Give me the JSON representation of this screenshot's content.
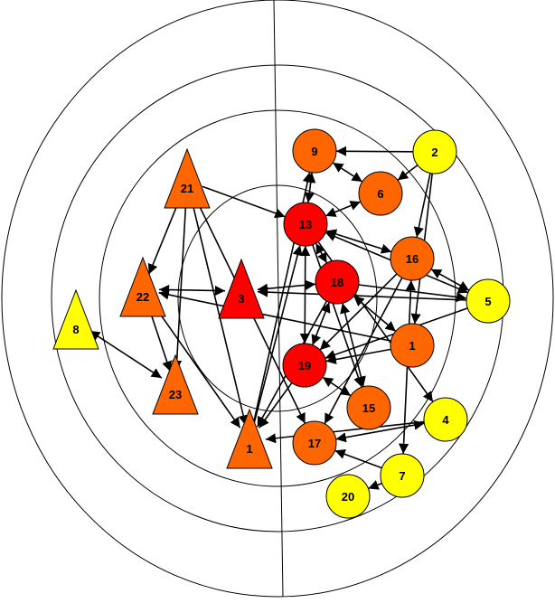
{
  "colors": {
    "ring": "#000000",
    "edge": "#000000",
    "red": "#ff0000",
    "orange": "#ff6600",
    "yellow": "#ffff00"
  },
  "nodes": [
    {
      "id": "n-2",
      "label": "2",
      "shape": "circle",
      "color": "yellow"
    },
    {
      "id": "n-9",
      "label": "9",
      "shape": "circle",
      "color": "orange"
    },
    {
      "id": "n-6",
      "label": "6",
      "shape": "circle",
      "color": "orange"
    },
    {
      "id": "n-13",
      "label": "13",
      "shape": "circle",
      "color": "red"
    },
    {
      "id": "n-16",
      "label": "16",
      "shape": "circle",
      "color": "orange"
    },
    {
      "id": "n-18",
      "label": "18",
      "shape": "circle",
      "color": "red"
    },
    {
      "id": "n-5",
      "label": "5",
      "shape": "circle",
      "color": "yellow"
    },
    {
      "id": "n-11",
      "label": "1",
      "shape": "circle",
      "color": "orange"
    },
    {
      "id": "n-19",
      "label": "19",
      "shape": "circle",
      "color": "red"
    },
    {
      "id": "n-15",
      "label": "15",
      "shape": "circle",
      "color": "orange"
    },
    {
      "id": "n-4",
      "label": "4",
      "shape": "circle",
      "color": "yellow"
    },
    {
      "id": "n-17",
      "label": "17",
      "shape": "circle",
      "color": "orange"
    },
    {
      "id": "n-7",
      "label": "7",
      "shape": "circle",
      "color": "yellow"
    },
    {
      "id": "n-20",
      "label": "20",
      "shape": "circle",
      "color": "yellow"
    },
    {
      "id": "n-21",
      "label": "21",
      "shape": "triangle",
      "color": "orange"
    },
    {
      "id": "n-22",
      "label": "22",
      "shape": "triangle",
      "color": "orange"
    },
    {
      "id": "n-3",
      "label": "3",
      "shape": "triangle",
      "color": "red"
    },
    {
      "id": "n-8",
      "label": "8",
      "shape": "triangle",
      "color": "yellow"
    },
    {
      "id": "n-23",
      "label": "23",
      "shape": "triangle",
      "color": "orange"
    },
    {
      "id": "n-1",
      "label": "1",
      "shape": "triangle",
      "color": "orange"
    }
  ],
  "edges": [
    {
      "from": "n-2",
      "to": "n-9",
      "bidirectional": false
    },
    {
      "from": "n-2",
      "to": "n-6",
      "bidirectional": false
    },
    {
      "from": "n-2",
      "to": "n-16",
      "bidirectional": false
    },
    {
      "from": "n-2",
      "to": "n-11",
      "bidirectional": false
    },
    {
      "from": "n-9",
      "to": "n-6",
      "bidirectional": true
    },
    {
      "from": "n-9",
      "to": "n-13",
      "bidirectional": true
    },
    {
      "from": "n-6",
      "to": "n-13",
      "bidirectional": true
    },
    {
      "from": "n-13",
      "to": "n-16",
      "bidirectional": true
    },
    {
      "from": "n-13",
      "to": "n-18",
      "bidirectional": true
    },
    {
      "from": "n-13",
      "to": "n-19",
      "bidirectional": true
    },
    {
      "from": "n-13",
      "to": "n-5",
      "bidirectional": true
    },
    {
      "from": "n-13",
      "to": "n-15",
      "bidirectional": false
    },
    {
      "from": "n-13",
      "to": "n-4",
      "bidirectional": false
    },
    {
      "from": "n-16",
      "to": "n-5",
      "bidirectional": true
    },
    {
      "from": "n-16",
      "to": "n-19",
      "bidirectional": false
    },
    {
      "from": "n-16",
      "to": "n-17",
      "bidirectional": false
    },
    {
      "from": "n-16",
      "to": "n-7",
      "bidirectional": true
    },
    {
      "from": "n-18",
      "to": "n-11",
      "bidirectional": true
    },
    {
      "from": "n-18",
      "to": "n-19",
      "bidirectional": true
    },
    {
      "from": "n-18",
      "to": "n-15",
      "bidirectional": true
    },
    {
      "from": "n-18",
      "to": "n-5",
      "bidirectional": false
    },
    {
      "from": "n-18",
      "to": "n-1",
      "bidirectional": false
    },
    {
      "from": "n-5",
      "to": "n-19",
      "bidirectional": false
    },
    {
      "from": "n-5",
      "to": "n-3",
      "bidirectional": false
    },
    {
      "from": "n-11",
      "to": "n-19",
      "bidirectional": false
    },
    {
      "from": "n-11",
      "to": "n-22",
      "bidirectional": false
    },
    {
      "from": "n-19",
      "to": "n-15",
      "bidirectional": true
    },
    {
      "from": "n-19",
      "to": "n-1",
      "bidirectional": false
    },
    {
      "from": "n-4",
      "to": "n-17",
      "bidirectional": true
    },
    {
      "from": "n-4",
      "to": "n-1",
      "bidirectional": false
    },
    {
      "from": "n-7",
      "to": "n-17",
      "bidirectional": false
    },
    {
      "from": "n-7",
      "to": "n-20",
      "bidirectional": false
    },
    {
      "from": "n-21",
      "to": "n-22",
      "bidirectional": true
    },
    {
      "from": "n-21",
      "to": "n-23",
      "bidirectional": true
    },
    {
      "from": "n-21",
      "to": "n-13",
      "bidirectional": false
    },
    {
      "from": "n-21",
      "to": "n-1",
      "bidirectional": true
    },
    {
      "from": "n-21",
      "to": "n-17",
      "bidirectional": false
    },
    {
      "from": "n-22",
      "to": "n-3",
      "bidirectional": true
    },
    {
      "from": "n-22",
      "to": "n-23",
      "bidirectional": true
    },
    {
      "from": "n-22",
      "to": "n-1",
      "bidirectional": false
    },
    {
      "from": "n-3",
      "to": "n-18",
      "bidirectional": true
    },
    {
      "from": "n-8",
      "to": "n-23",
      "bidirectional": true
    },
    {
      "from": "n-1",
      "to": "n-13",
      "bidirectional": false
    },
    {
      "from": "n-1",
      "to": "n-9",
      "bidirectional": false
    }
  ]
}
